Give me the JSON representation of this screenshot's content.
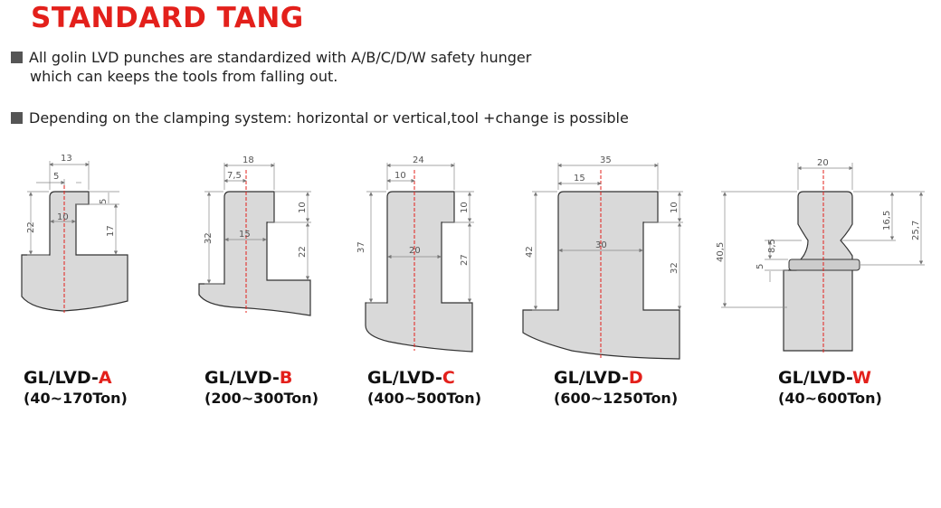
{
  "title": "STANDARD TANG",
  "bullets": [
    {
      "line1": "All golin LVD punches are standardized with  A/B/C/D/W  safety hunger",
      "line2": "which can keeps the tools from falling out."
    },
    {
      "line1": "Depending on the clamping system: horizontal or vertical,tool +change is possible"
    }
  ],
  "accent_color": "#e3201b",
  "body_color": "#d9d9d9",
  "tangs": [
    {
      "prefix": "GL/LVD-",
      "letter": "A",
      "range": "(40~170Ton)",
      "dims": [
        "13",
        "5",
        "5",
        "22",
        "10",
        "17"
      ]
    },
    {
      "prefix": "GL/LVD-",
      "letter": "B",
      "range": "(200~300Ton)",
      "dims": [
        "18",
        "7,5",
        "10",
        "32",
        "15",
        "22"
      ]
    },
    {
      "prefix": "GL/LVD-",
      "letter": "C",
      "range": "(400~500Ton)",
      "dims": [
        "24",
        "10",
        "10",
        "37",
        "20",
        "27"
      ]
    },
    {
      "prefix": "GL/LVD-",
      "letter": "D",
      "range": "(600~1250Ton)",
      "dims": [
        "35",
        "15",
        "10",
        "42",
        "30",
        "32"
      ]
    },
    {
      "prefix": "GL/LVD-",
      "letter": "W",
      "range": "(40~600Ton)",
      "dims": [
        "20",
        "8,5",
        "5",
        "40,5",
        "16,5",
        "25,7"
      ]
    }
  ]
}
